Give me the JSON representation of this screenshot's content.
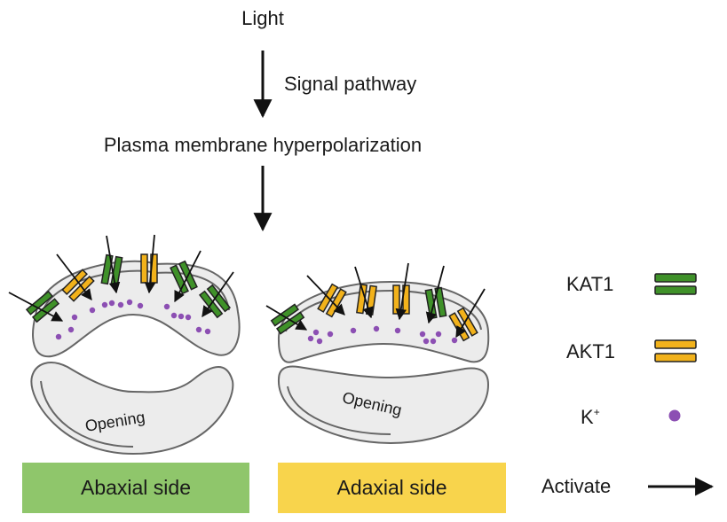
{
  "flow": {
    "step1": "Light",
    "arrow_label": "Signal pathway",
    "step2": "Plasma membrane hyperpolarization"
  },
  "guard_cells": {
    "left_label": "Opening",
    "right_label": "Opening"
  },
  "sides": {
    "abaxial": {
      "label": "Abaxial side",
      "color": "#8fc66b"
    },
    "adaxial": {
      "label": "Adaxial side",
      "color": "#f8d44c"
    }
  },
  "legend": {
    "kat1": {
      "label": "KAT1",
      "color": "#3f9129"
    },
    "akt1": {
      "label": "AKT1",
      "color": "#f2b21b"
    },
    "k_ion": {
      "label": "K",
      "superscript": "+",
      "color": "#8c4fb3"
    },
    "activate": {
      "label": "Activate"
    }
  },
  "colors": {
    "cell_fill": "#ececec",
    "cell_stroke": "#666666",
    "channel_stroke": "#222222"
  }
}
